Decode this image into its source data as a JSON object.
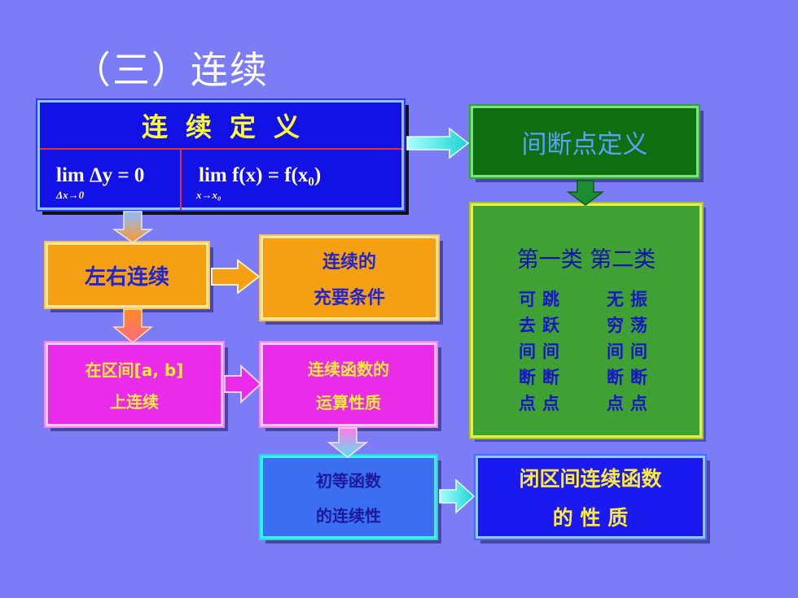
{
  "title": "（三）连续",
  "definition": {
    "header": "连续定义",
    "formula_left": "lim Δy = 0",
    "formula_left_sub": "Δx→0",
    "formula_right": "lim f(x) = f(x₀)",
    "formula_right_sub": "x→x₀"
  },
  "discontinuity_def": "间断点定义",
  "types": {
    "header": "第一类   第二类",
    "first_kind": [
      "可跳",
      "去跃",
      "间间",
      "断断",
      "点点"
    ],
    "second_kind": [
      "无振",
      "穷荡",
      "间间",
      "断断",
      "点点"
    ]
  },
  "left_right": "左右连续",
  "condition": {
    "line1": "连续的",
    "line2": "充要条件"
  },
  "interval": {
    "line1": "在区间[a, b]",
    "line2": "上连续"
  },
  "operations": {
    "line1": "连续函数的",
    "line2": "运算性质"
  },
  "elementary": {
    "line1": "初等函数",
    "line2": "的连续性"
  },
  "closed_interval": {
    "line1": "闭区间连续函数",
    "line2": "的 性 质"
  },
  "colors": {
    "background": "#7C7CF6",
    "definition": "#1212E6",
    "discontinuity": "#0E6E10",
    "types": "#3FA033",
    "orange": "#F5A012",
    "magenta": "#EA2BEA",
    "elementary": "#3C6EF2",
    "closed": "#1A1AF0"
  }
}
